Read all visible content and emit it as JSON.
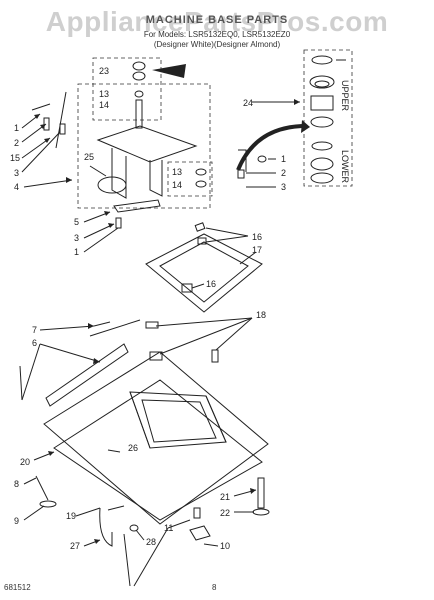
{
  "watermark": "AppliancePartsPros.com",
  "header": {
    "title": "MACHINE BASE PARTS",
    "model_line": "For Models: LSR5132EQ0, LSR5132EZ0",
    "color_line": "(Designer White)(Designer Almond)"
  },
  "legend": {
    "upper": "UPPER",
    "lower": "LOWER"
  },
  "footer": {
    "code": "681512",
    "page": "8"
  },
  "callouts": [
    "1",
    "2",
    "15",
    "3",
    "4",
    "23",
    "13",
    "14",
    "25",
    "24",
    "13",
    "14",
    "1",
    "2",
    "3",
    "5",
    "3",
    "1",
    "16",
    "17",
    "16",
    "7",
    "18",
    "6",
    "20",
    "26",
    "8",
    "9",
    "19",
    "21",
    "22",
    "27",
    "11",
    "28",
    "10"
  ]
}
